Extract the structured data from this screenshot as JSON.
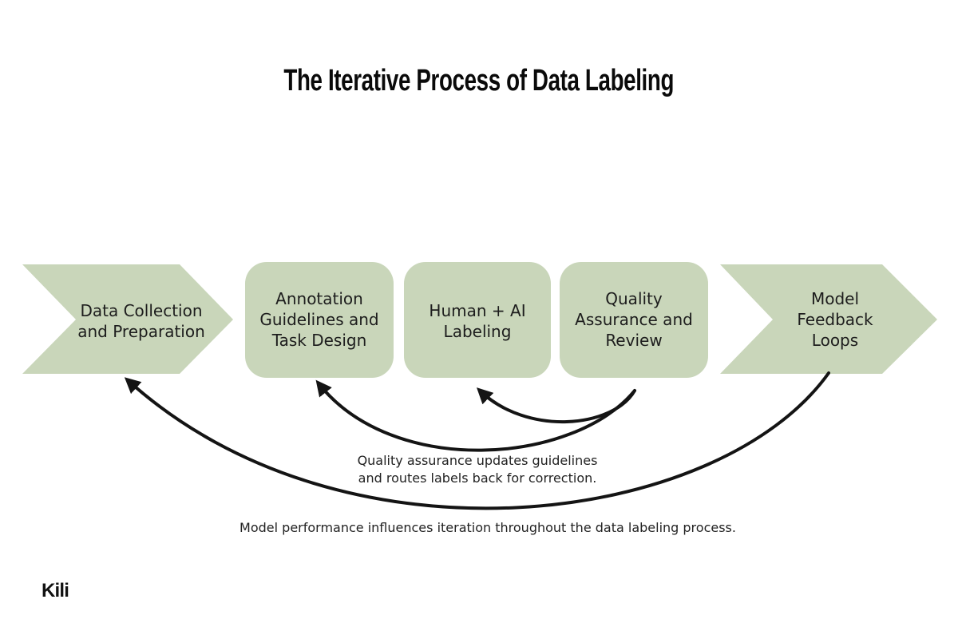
{
  "title": "The Iterative Process of Data Labeling",
  "stages": [
    {
      "name": "data-collection-and-preparation",
      "shape": "chevron-arrow",
      "lines": [
        "Data Collection",
        "and Preparation"
      ]
    },
    {
      "name": "annotation-guidelines-and-task-design",
      "shape": "rounded-box",
      "lines": [
        "Annotation",
        "Guidelines and",
        "Task Design"
      ]
    },
    {
      "name": "human-ai-labeling",
      "shape": "rounded-box",
      "lines": [
        "Human + AI",
        "Labeling"
      ]
    },
    {
      "name": "quality-assurance-and-review",
      "shape": "rounded-box",
      "lines": [
        "Quality",
        "Assurance and",
        "Review"
      ]
    },
    {
      "name": "model-feedback-loops",
      "shape": "chevron-arrow",
      "lines": [
        "Model",
        "Feedback",
        "Loops"
      ]
    }
  ],
  "feedback_arrows": [
    {
      "from": "quality-assurance-and-review",
      "to": "human-ai-labeling"
    },
    {
      "from": "quality-assurance-and-review",
      "to": "annotation-guidelines-and-task-design"
    },
    {
      "from": "model-feedback-loops",
      "to": "data-collection-and-preparation"
    }
  ],
  "captions": {
    "qa_loop_line1": "Quality assurance updates guidelines",
    "qa_loop_line2": "and routes labels back for correction.",
    "model_loop": "Model performance influences iteration throughout the data labeling process."
  },
  "logo_text": "Kili",
  "colors": {
    "stage_fill": "#c9d6ba",
    "text": "#1f1f1f",
    "arrow": "#141414",
    "background": "#ffffff"
  }
}
